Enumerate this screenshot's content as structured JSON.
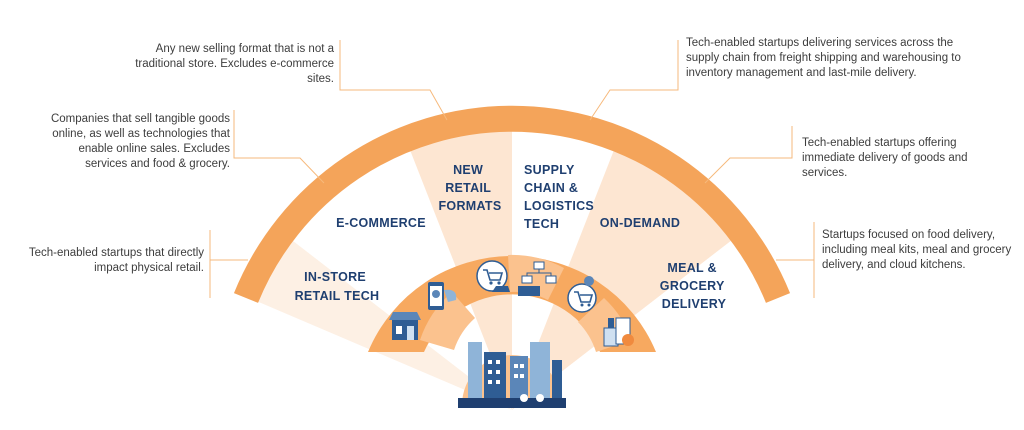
{
  "descriptions": {
    "new_retail_formats": "Any new selling format that is not a traditional store. Excludes e-commerce sites.",
    "ecommerce": "Companies that sell tangible goods online, as well as technologies that enable online sales. Excludes services and food & grocery.",
    "in_store": "Tech-enabled startups that directly impact physical retail.",
    "supply_chain": "Tech-enabled startups delivering services across the supply chain from freight shipping and warehousing to inventory management and last-mile delivery.",
    "on_demand": "Tech-enabled startups offering immediate delivery of goods and services.",
    "meal_grocery": "Startups focused on food delivery, including meal kits, meal and grocery delivery, and cloud kitchens."
  },
  "segments": {
    "in_store": [
      "IN-STORE",
      "RETAIL TECH"
    ],
    "ecommerce": [
      "E-COMMERCE"
    ],
    "new_retail_formats": [
      "NEW",
      "RETAIL",
      "FORMATS"
    ],
    "supply_chain": [
      "SUPPLY",
      "CHAIN &",
      "LOGISTICS",
      "TECH"
    ],
    "on_demand": [
      "ON-DEMAND"
    ],
    "meal_grocery": [
      "MEAL &",
      "GROCERY",
      "DELIVERY"
    ]
  },
  "icons": [
    "storefront-icon",
    "mobile-shopping-icon",
    "cart-delivery-icon",
    "warehouse-network-icon",
    "cart-check-icon",
    "grocery-bag-icon",
    "city-skyline-icon"
  ],
  "colors": {
    "arc_orange": "#f4a45a",
    "inner_orange": "#f7a960",
    "light_peach": "#fde6d2",
    "lighter_peach": "#fdf0e4",
    "label_navy": "#1f3f70",
    "leader_line": "#f6b97c",
    "icon_blue": "#2f5d94"
  }
}
